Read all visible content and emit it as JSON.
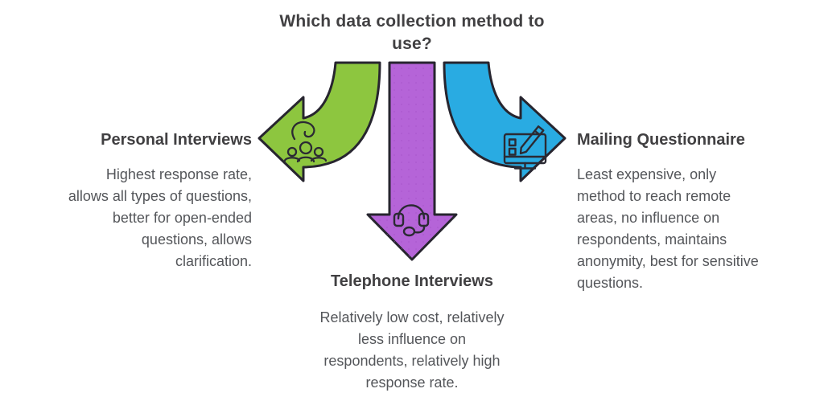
{
  "title_lines": [
    "Which data collection method to",
    "use?"
  ],
  "colors": {
    "green": "#8dc63f",
    "purple": "#b564d8",
    "purple_dot": "#a653cb",
    "blue": "#29abe2",
    "outline": "#27252f",
    "icon_stroke": "#2b2a33",
    "heading_text": "#414042",
    "body_text": "#54565a",
    "background": "#ffffff"
  },
  "icons": {
    "personal": "people-group-icon",
    "telephone": "headset-icon",
    "mailing": "monitor-pencil-icon"
  },
  "methods": {
    "personal": {
      "heading": "Personal Interviews",
      "lines": [
        "Highest response rate,",
        "allows all types of questions,",
        "better for open-ended",
        "questions, allows",
        "clarification."
      ]
    },
    "telephone": {
      "heading": "Telephone Interviews",
      "lines": [
        "Relatively low cost, relatively",
        "less influence on",
        "respondents, relatively high",
        "response rate."
      ]
    },
    "mailing": {
      "heading": "Mailing Questionnaire",
      "lines": [
        "Least expensive, only",
        "method to reach remote",
        "areas, no influence on",
        "respondents, maintains",
        "anonymity, best for sensitive",
        "questions."
      ]
    }
  }
}
